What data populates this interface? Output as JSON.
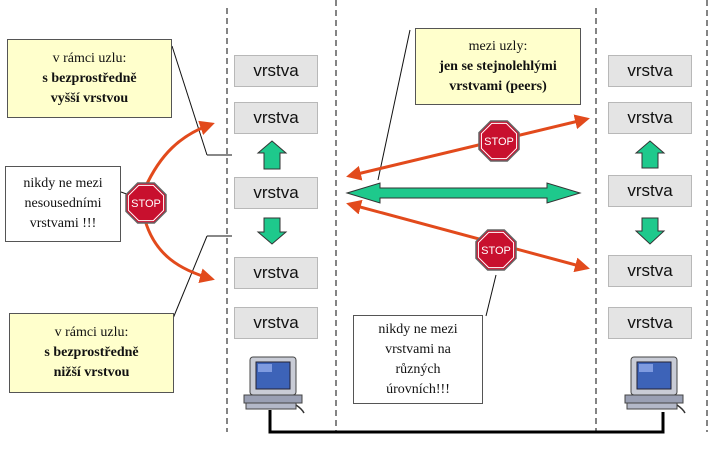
{
  "layer_label": "vrstva",
  "stop_label": "STOP",
  "notes": {
    "within_upper": {
      "lines": [
        "v rámci uzlu:"
      ],
      "bold_lines": [
        "s bezprostředně",
        "vyšší vrstvou"
      ]
    },
    "never_adjacent": {
      "lines": [
        "nikdy ne mezi",
        "nesousedními",
        "vrstvami !!!"
      ]
    },
    "within_lower": {
      "lines": [
        "v rámci uzlu:"
      ],
      "bold_lines": [
        "s bezprostředně",
        "nižší vrstvou"
      ]
    },
    "between_nodes": {
      "lines": [
        "mezi uzly:"
      ],
      "bold_lines": [
        "jen se stejnolehlými",
        "vrstvami (peers)"
      ]
    },
    "never_levels": {
      "lines": [
        "nikdy ne mezi",
        "vrstvami na",
        "různých",
        "úrovních!!!"
      ]
    }
  },
  "colors": {
    "note_bg": "#ffffcc",
    "layer_bg": "#e4e4e4",
    "red_arrow": "#e24a1c",
    "green_arrow": "#1ec98c",
    "stop_red": "#c8102e",
    "monitor_blue": "#3d63b8"
  },
  "icons": {
    "stop": "stop-sign-icon",
    "computer": "computer-icon"
  }
}
